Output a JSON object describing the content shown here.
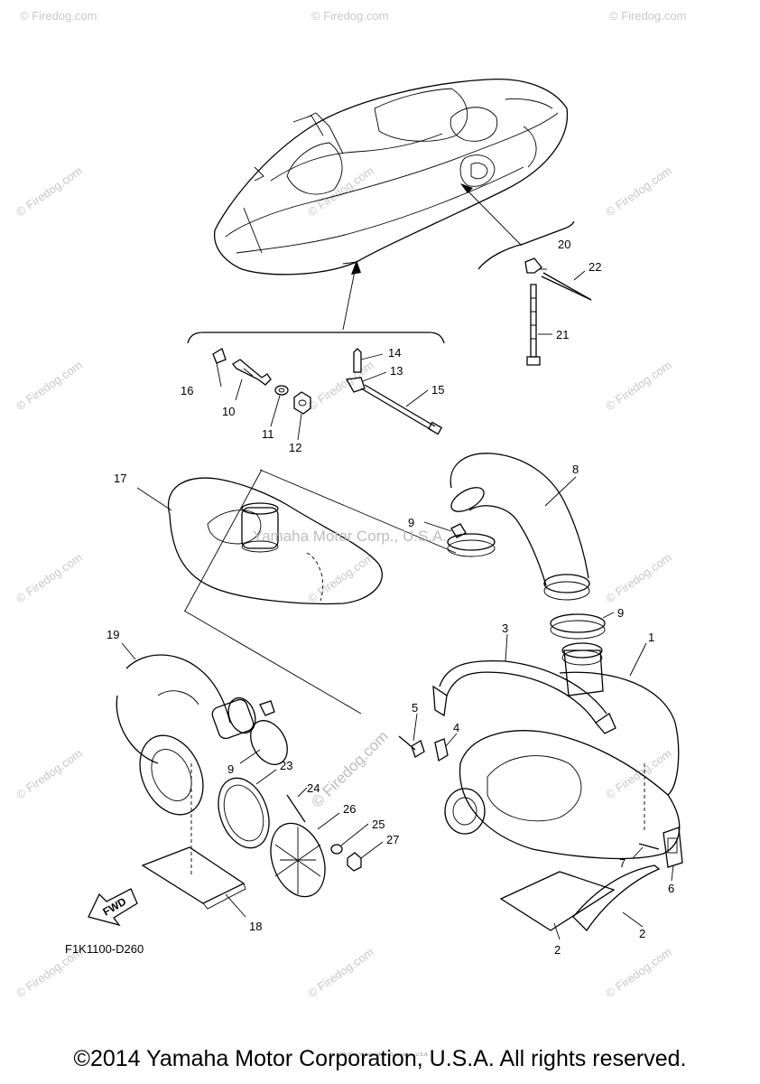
{
  "watermark": {
    "text": "© Firedog.com",
    "center_text": "Yamaha Motor Corp., U.S.A.",
    "inline_text": "© Firedog.com"
  },
  "diagram_code": "F1K1100-D260",
  "fwd_label": "FWD",
  "tiny_text": "(c) 2000-2016 Yamaha Motor Corporation, U.S.A.",
  "footer": "©2014 Yamaha Motor Corporation, U.S.A. All rights reserved.",
  "labels": {
    "p1": "1",
    "p2a": "2",
    "p2b": "2",
    "p3": "3",
    "p4": "4",
    "p5": "5",
    "p6": "6",
    "p7": "7",
    "p8": "8",
    "p9a": "9",
    "p9b": "9",
    "p9c": "9",
    "p10": "10",
    "p11": "11",
    "p12": "12",
    "p13": "13",
    "p14": "14",
    "p15": "15",
    "p16": "16",
    "p17": "17",
    "p18": "18",
    "p19": "19",
    "p20": "20",
    "p21": "21",
    "p22": "22",
    "p23": "23",
    "p24": "24",
    "p25": "25",
    "p26": "26",
    "p27": "27"
  }
}
